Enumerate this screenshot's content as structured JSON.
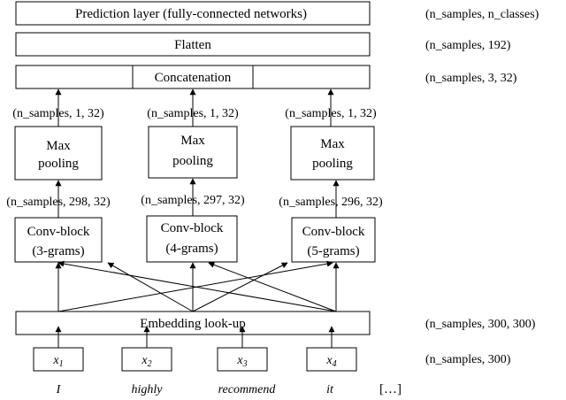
{
  "layers": {
    "prediction": "Prediction layer (fully-connected networks)",
    "flatten": "Flatten",
    "concatenation": "Concatenation",
    "embedding": "Embedding look-up"
  },
  "branches": [
    {
      "pool_label_1": "Max",
      "pool_label_2": "pooling",
      "conv_label_1": "Conv-block",
      "conv_label_2": "(3-grams)",
      "conv_shape": "(n_samples, 298, 32)",
      "pool_shape": "(n_samples, 1, 32)"
    },
    {
      "pool_label_1": "Max",
      "pool_label_2": "pooling",
      "conv_label_1": "Conv-block",
      "conv_label_2": "(4-grams)",
      "conv_shape": "(n_samples, 297, 32)",
      "pool_shape": "(n_samples, 1, 32)"
    },
    {
      "pool_label_1": "Max",
      "pool_label_2": "pooling",
      "conv_label_1": "Conv-block",
      "conv_label_2": "(5-grams)",
      "conv_shape": "(n_samples, 296, 32)",
      "pool_shape": "(n_samples, 1, 32)"
    }
  ],
  "shapes": {
    "prediction": "(n_samples, n_classes)",
    "flatten": "(n_samples, 192)",
    "concatenation": "(n_samples, 3, 32)",
    "embedding": "(n_samples, 300, 300)",
    "input": "(n_samples, 300)"
  },
  "tokens": [
    {
      "var": "x",
      "sub": "1"
    },
    {
      "var": "x",
      "sub": "2"
    },
    {
      "var": "x",
      "sub": "3"
    },
    {
      "var": "x",
      "sub": "4"
    }
  ],
  "words": [
    "I",
    "highly",
    "recommend",
    "it"
  ],
  "ellipsis": "[…]"
}
